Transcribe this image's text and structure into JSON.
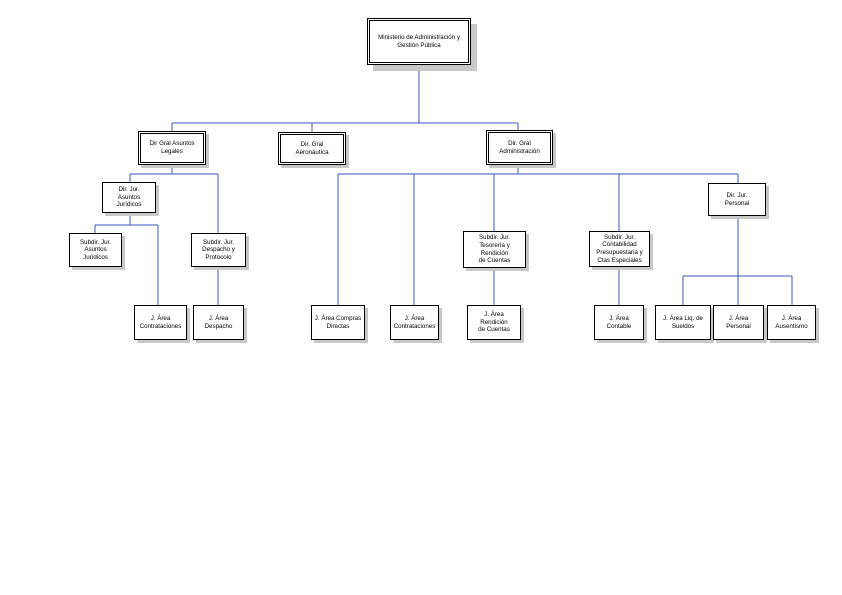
{
  "colors": {
    "connector": "#3a55c8",
    "border": "#000000",
    "shadow": "#c8c8c8"
  },
  "nodes": {
    "root": "Ministerio de Administración y\nGestión Pública",
    "legales": "Dir Gral Asuntos\nLegales",
    "aeronautica": "Dir. Gral\nAeronáutica",
    "administracion": "Dir. Gral\nAdministración",
    "asuntos_juridicos": "Dir. Jur.\nAsuntos Jurídicos",
    "subdir_asuntos": "Subdir. Jur.\nAsuntos Jurídicos",
    "subdir_despacho": "Subdir. Jur.\nDespacho y\nProtocolo",
    "area_contrataciones_legales": "J. Área\nContrataciones",
    "area_despacho": "J. Área\nDespacho",
    "area_compras": "J. Área Compras\nDirectas",
    "area_contrataciones_admin": "J. Área\nContrataciones",
    "subdir_tesoreria": "Subdir. Jur.\nTesorería y Rendición\nde Cuentas",
    "area_rendicion": "J. Área Rendición\nde Cuentas",
    "subdir_contabilidad": "Subdir. Jur.\nContabilidad\nPresupuestaria y\nCtas Especiales",
    "area_contable": "J. Área Contable",
    "dir_personal": "Dir. Jur.\nPersonal",
    "area_liq": "J. Área Liq. de\nSueldos",
    "area_personal": "J. Área Personal",
    "area_ausentismo": "J. Área\nAusentismo"
  }
}
